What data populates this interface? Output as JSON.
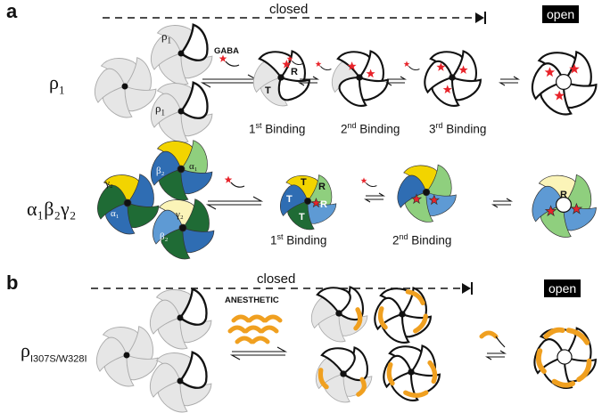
{
  "panel_a": {
    "letter": "a",
    "header_closed": "closed",
    "header_open": "open",
    "row1": {
      "label_base": "ρ",
      "label_sub": "1",
      "subunit_base": "ρ",
      "subunit_sub": "1",
      "ligand": "GABA",
      "site_labels": [
        "R",
        "T"
      ],
      "binding": [
        {
          "ord": "1",
          "sup": "st",
          "word": "Binding"
        },
        {
          "ord": "2",
          "sup": "nd",
          "word": "Binding"
        },
        {
          "ord": "3",
          "sup": "rd",
          "word": "Binding"
        }
      ]
    },
    "row2": {
      "label": "α₁β₂γ₂",
      "subunits": {
        "alpha": "α₁",
        "beta": "β₂",
        "gamma": "γ₂"
      },
      "site_labels": [
        "T",
        "R",
        "T",
        "R",
        "T",
        "R"
      ],
      "binding": [
        {
          "ord": "1",
          "sup": "st",
          "word": "Binding"
        },
        {
          "ord": "2",
          "sup": "nd",
          "word": "Binding"
        }
      ]
    }
  },
  "panel_b": {
    "letter": "b",
    "header_closed": "closed",
    "header_open": "open",
    "label_base": "ρ",
    "label_sub": "I307S/W328I",
    "ligand": "ANESTHETIC"
  },
  "colors": {
    "grey_subunit": "#e6e6e6",
    "alpha_green": "#1f6b35",
    "light_green": "#8fcf7e",
    "beta_blue": "#2f6db3",
    "light_blue": "#5e9ad4",
    "gamma_yellow": "#f2d400",
    "pale_yellow": "#fbf4b8",
    "agonist_red": "#e8232a",
    "anesthetic_orange": "#f0a020"
  }
}
